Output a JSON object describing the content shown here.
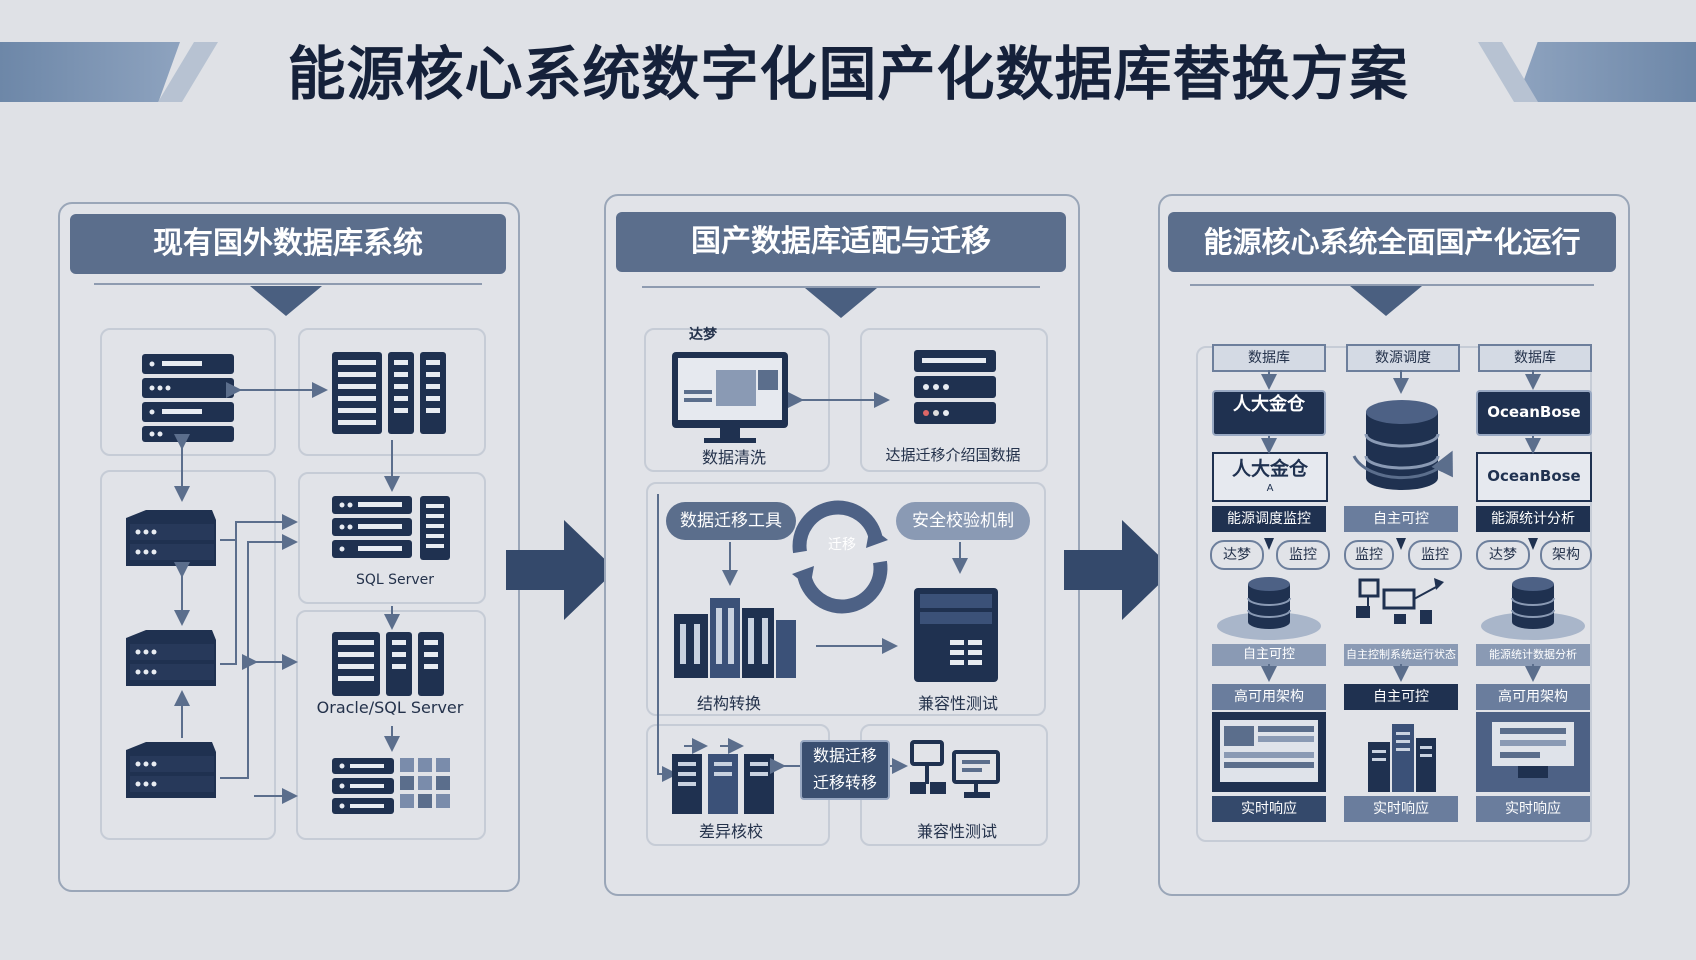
{
  "title": "能源核心系统数字化国产化数据库替换方案",
  "panels": [
    {
      "heading": "现有国外数据库系统",
      "labels": {
        "sql_server": "SQL Server",
        "oracle_sql": "Oracle/SQL Server"
      }
    },
    {
      "heading": "国产数据库适配与迁移",
      "monitor_text": "达梦",
      "labels": {
        "cleaning": "数据清洗",
        "store": "达据迁移介绍国数据",
        "tool": "数据迁移工具",
        "security": "安全校验机制",
        "cycle": "迁移",
        "structure": "结构转换",
        "compat1": "兼容性测试",
        "migrate_a": "数据迁移",
        "migrate_b": "迁移转移",
        "check": "差异核校",
        "compat2": "兼容性测试"
      }
    },
    {
      "heading": "能源核心系统全面国产化运行",
      "columns": [
        {
          "header": "数据库",
          "box1": "人大金仓",
          "box2": "人大金仓",
          "box2_sub": "A",
          "label": "能源调度监控",
          "pill_left": "达梦",
          "pill_right": "监控",
          "small": "自主可控",
          "arch": "高可用架构",
          "bottom": "实时响应"
        },
        {
          "header": "数源调度",
          "label": "自主可控",
          "pill_left": "监控",
          "pill_right": "监控",
          "small": "自主控制系统运行状态",
          "arch": "自主可控",
          "bottom": "实时响应"
        },
        {
          "header": "数据库",
          "box1": "OceanBose",
          "box2": "OceanBose",
          "label": "能源统计分析",
          "pill_left": "达梦",
          "pill_right": "架构",
          "small": "能源统计数据分析",
          "arch": "高可用架构",
          "bottom": "实时响应"
        }
      ]
    }
  ],
  "colors": {
    "navy": "#1f3150",
    "accent": "#5b6e8c",
    "background": "#dfe1e6"
  }
}
